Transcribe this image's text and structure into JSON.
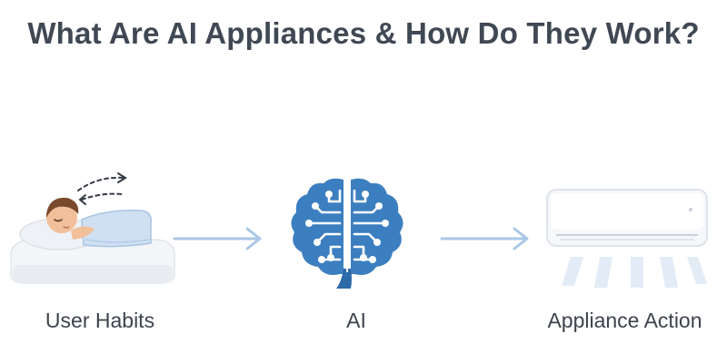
{
  "title": "What Are AI Appliances & How Do They Work?",
  "steps": [
    {
      "label": "User Habits",
      "icon": "sleeping-person-icon"
    },
    {
      "label": "AI",
      "icon": "brain-circuit-icon"
    },
    {
      "label": "Appliance Action",
      "icon": "air-conditioner-icon"
    }
  ],
  "colors": {
    "title": "#404854",
    "label": "#3d434d",
    "arrow": "#a9c8e6",
    "brain": "#3c7fc0",
    "brain_dark": "#2d6aa8",
    "skin": "#f2bf9b",
    "hair": "#7a4a2c",
    "pillow": "#eef1f5",
    "blanket": "#cfe0f2",
    "ac_body": "#f5f7fa",
    "airflow": "#dde9f5"
  }
}
